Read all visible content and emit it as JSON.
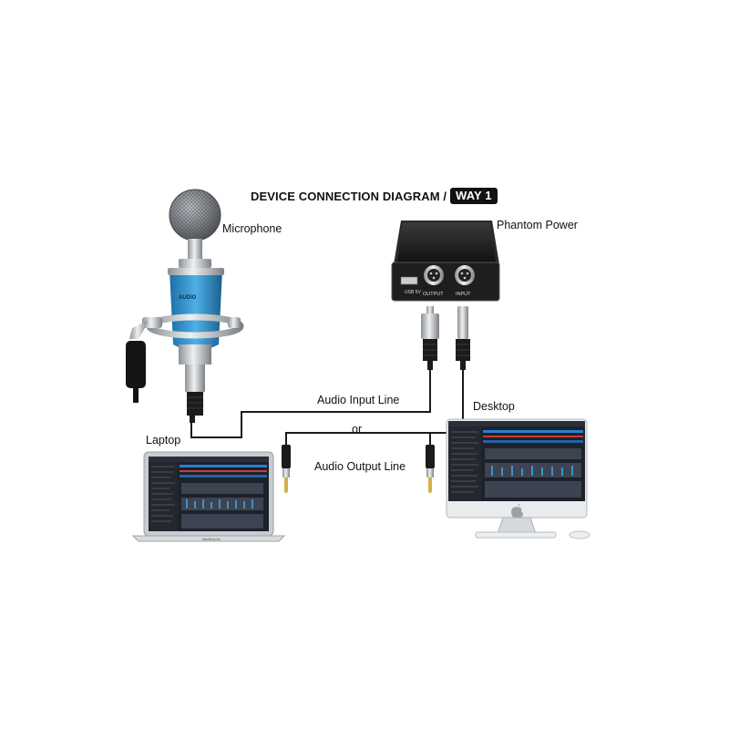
{
  "title": {
    "main": "DEVICE CONNECTION DIAGRAM /",
    "badge": "WAY 1"
  },
  "labels": {
    "microphone": "Microphone",
    "phantom_power": "Phantom Power",
    "audio_input_line": "Audio Input Line",
    "or": "or",
    "audio_output_line": "Audio Output Line",
    "laptop": "Laptop",
    "desktop": "Desktop"
  },
  "device_text": {
    "phantom_usb": "USB 5V",
    "phantom_output": "OUTPUT",
    "phantom_input": "INPUT",
    "laptop_model": "MacBook Air",
    "mic_brand": "AUDIO"
  },
  "colors": {
    "mic_body": "#2e8fc9",
    "chrome": "#c9ccd0",
    "dark": "#1b1b1b",
    "screen_bg": "#1d2129",
    "screen_accent": "#2a7fd4"
  },
  "icons": [
    "apple-logo-icon"
  ]
}
